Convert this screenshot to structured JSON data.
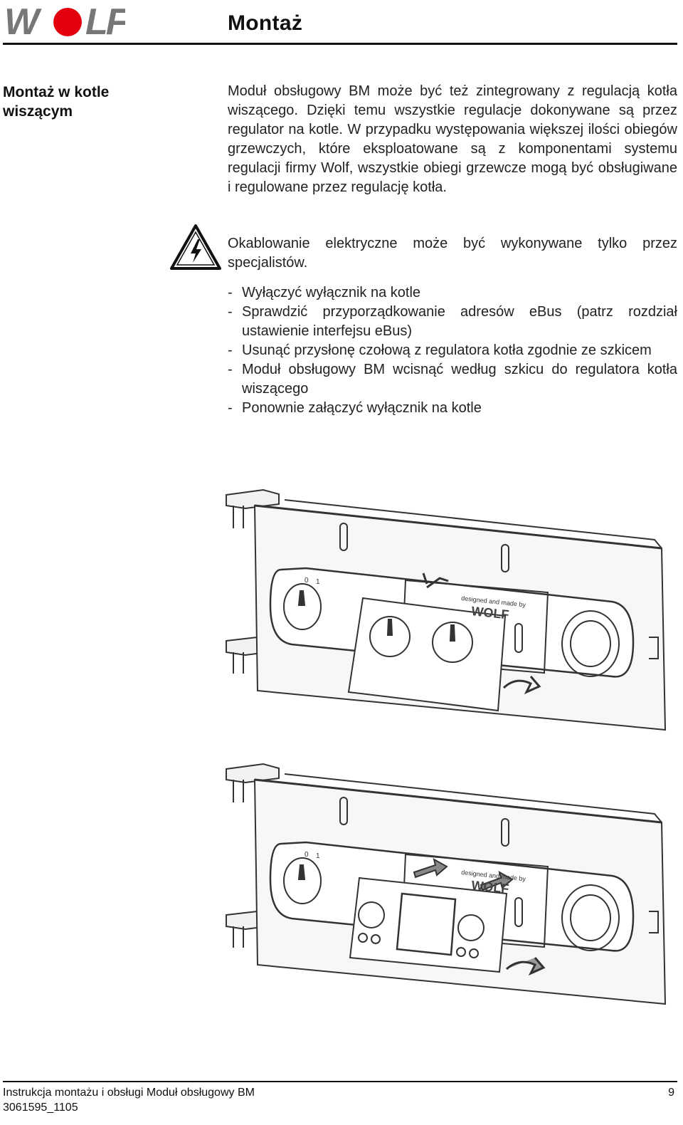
{
  "header": {
    "logo_text": "WOLF",
    "title": "Montaż"
  },
  "section": {
    "heading": "Montaż w kotle wiszącym"
  },
  "content": {
    "paragraph1": "Moduł obsługowy BM może być też zintegrowany z regulacją kotła wiszącego. Dzięki temu wszystkie regulacje dokonywane są przez regulator na kotle. W przypadku występowania większej ilości obiegów grzewczych, które eksploatowane są z komponentami systemu regulacji firmy Wolf, wszystkie obiegi grzewcze mogą być obsługiwane i regulowane przez regulację kotła.",
    "warning": "Okablowanie elektryczne może być wykonywane tylko przez specjalistów.",
    "steps": [
      "Wyłączyć wyłącznik na kotle",
      "Sprawdzić przyporządkowanie adresów eBus (patrz rozdział ustawienie interfejsu eBus)",
      "Usunąć przysłonę czołową z regulatora kotła zgodnie ze szkicem",
      "Moduł obsługowy BM wcisnąć według szkicu do regulatora kotła wiszącego",
      "Ponownie załączyć wyłącznik na kotle"
    ]
  },
  "figures": {
    "panel_label": "designed and made by",
    "brand": "WOLF",
    "dial_marks": [
      "0",
      "1"
    ]
  },
  "footer": {
    "doc_title": "Instrukcja montażu i obsługi Moduł obsługowy BM",
    "doc_number": "3061595_1105",
    "page_number": "9"
  },
  "colors": {
    "brand_red": "#e3000f",
    "logo_gray": "#777777"
  }
}
